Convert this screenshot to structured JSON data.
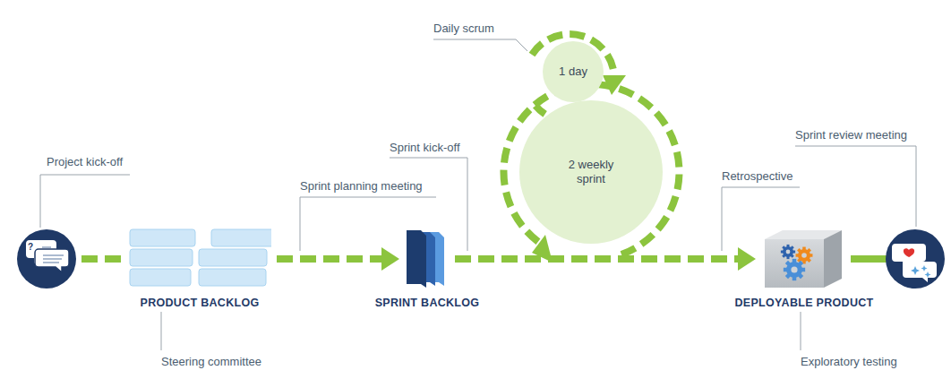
{
  "diagram": {
    "nodes": [
      {
        "text": [
          "?"
        ]
      },
      {
        "text": [
          "PRODUCT BACKLOG"
        ]
      },
      {
        "text": [
          "SPRINT BACKLOG"
        ]
      },
      {
        "text": [
          "1 day"
        ]
      },
      {
        "text": [
          "2 weekly sprint"
        ]
      },
      {
        "text": [
          "DEPLOYABLE PRODUCT"
        ]
      }
    ],
    "edges": [
      {
        "from": 0,
        "to": 1,
        "arrow": "none"
      },
      {
        "from": 1,
        "to": 2,
        "arrow": "to"
      },
      {
        "from": 2,
        "to": 5,
        "arrow": "to"
      }
    ],
    "labels": [
      "Daily scrum",
      "Project kick-off",
      "Sprint kick-off",
      "Sprint planning meeting",
      "Retrospective",
      "Sprint review meeting",
      "Steering committee",
      "Exploratory testing"
    ]
  }
}
